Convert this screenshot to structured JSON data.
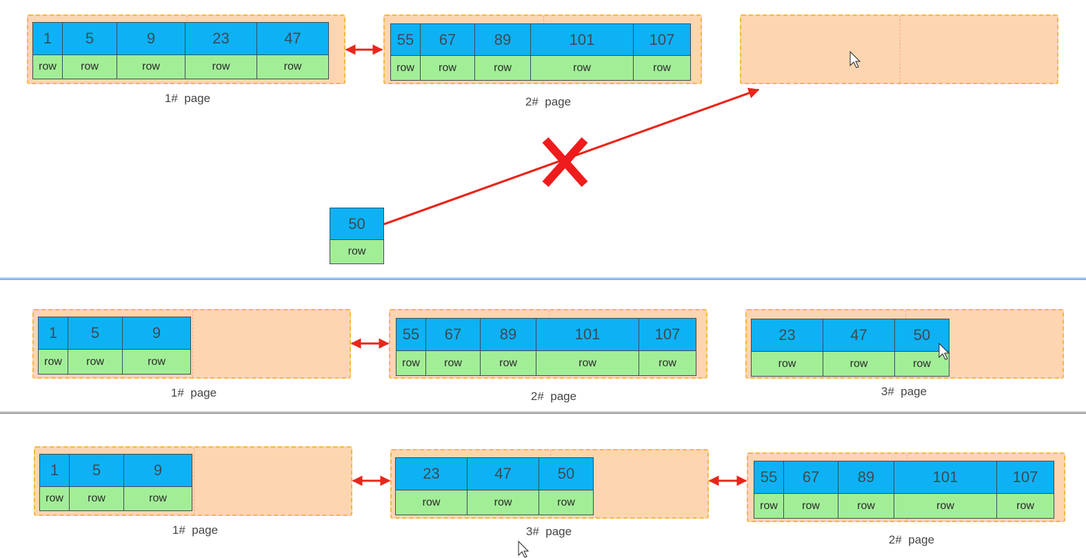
{
  "row_label": "row",
  "section1": {
    "pages": [
      {
        "label": "1#  page",
        "keys": [
          "1",
          "5",
          "9",
          "23",
          "47"
        ]
      },
      {
        "label": "2#  page",
        "keys": [
          "55",
          "67",
          "89",
          "101",
          "107"
        ]
      },
      {
        "label": "",
        "keys": []
      }
    ],
    "insert_record": {
      "key": "50",
      "value": "row"
    }
  },
  "section2": {
    "pages": [
      {
        "label": "1#  page",
        "keys": [
          "1",
          "5",
          "9"
        ]
      },
      {
        "label": "2#  page",
        "keys": [
          "55",
          "67",
          "89",
          "101",
          "107"
        ]
      },
      {
        "label": "3#  page",
        "keys": [
          "23",
          "47",
          "50"
        ]
      }
    ]
  },
  "section3": {
    "pages": [
      {
        "label": "1#  page",
        "keys": [
          "1",
          "5",
          "9"
        ]
      },
      {
        "label": "3#  page",
        "keys": [
          "23",
          "47",
          "50"
        ]
      },
      {
        "label": "2#  page",
        "keys": [
          "55",
          "67",
          "89",
          "101",
          "107"
        ]
      }
    ]
  },
  "colors": {
    "page_fill": "#fdd5b1",
    "page_border": "#f4b83a",
    "key_fill": "#0db2f5",
    "row_fill": "#a2ee97",
    "arrow": "#e8261b"
  },
  "icons": [
    "double-arrow-icon",
    "cross-icon",
    "cursor-icon"
  ]
}
